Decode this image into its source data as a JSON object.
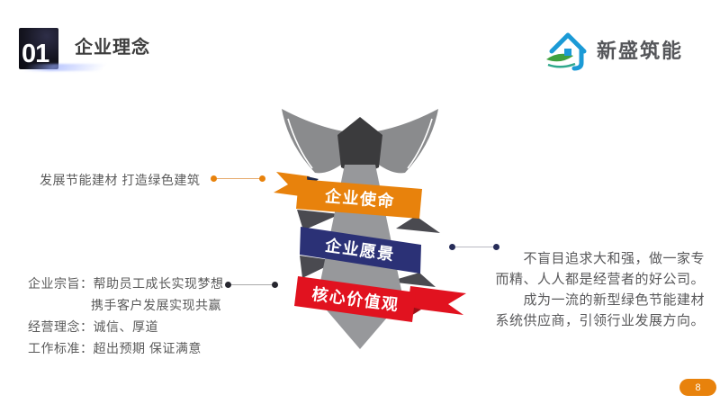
{
  "header": {
    "number": "01",
    "title": "企业理念"
  },
  "logo": {
    "name": "新盛筑能"
  },
  "tie": {
    "ribbons": [
      {
        "label": "企业使命"
      },
      {
        "label": "企业愿景"
      },
      {
        "label": "核心价值观"
      }
    ]
  },
  "annotations": {
    "mission": "发展节能建材 打造绿色建筑",
    "purpose_lines": [
      "企业宗旨：帮助员工成长实现梦想",
      "携手客户发展实现共赢",
      "经营理念：诚信、厚道",
      "工作标准：超出预期 保证满意"
    ],
    "vision_lines": [
      "不盲目追求大和强，做一家专",
      "而精、人人都是经营者的好公司。",
      "成为一流的新型绿色节能建材",
      "系统供应商，引领行业发展方向。"
    ]
  },
  "footer": {
    "page_number": "8"
  },
  "colors": {
    "accent_orange": "#e8820c",
    "navy": "#2b3176",
    "red": "#e1121f",
    "tie_gray": "#97989b",
    "collar_gray": "#8a8b8d",
    "knot_dark": "#3b3b3d",
    "fold_dark": "#4a4a50",
    "logo_blue": "#1b9ad6",
    "logo_green": "#3fa13f"
  }
}
